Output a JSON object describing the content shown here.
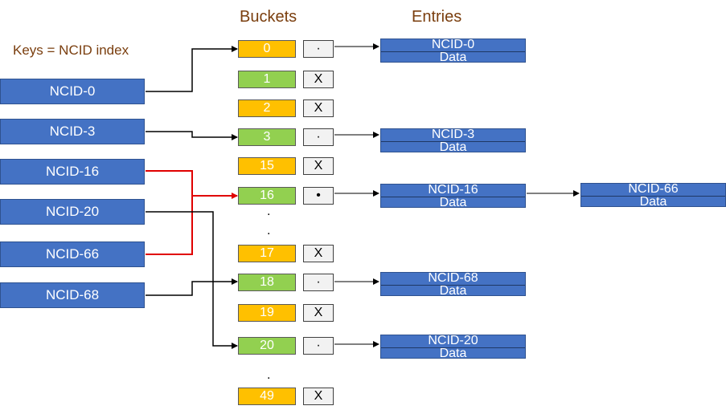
{
  "headings": {
    "buckets": "Buckets",
    "entries": "Entries"
  },
  "keys_caption": "Keys = NCID index",
  "keys": [
    "NCID-0",
    "NCID-3",
    "NCID-16",
    "NCID-20",
    "NCID-66",
    "NCID-68"
  ],
  "buckets": [
    "0",
    "1",
    "2",
    "3",
    "15",
    "16",
    "17",
    "18",
    "19",
    "20",
    "49"
  ],
  "slots": [
    "·",
    "X",
    "X",
    "·",
    "X",
    "•",
    "X",
    "·",
    "X",
    "·",
    "X"
  ],
  "ellipsis_dot": ".",
  "entries": [
    {
      "name": "NCID-0",
      "data": "Data"
    },
    {
      "name": "NCID-3",
      "data": "Data"
    },
    {
      "name": "NCID-16",
      "data": "Data"
    },
    {
      "name": "NCID-68",
      "data": "Data"
    },
    {
      "name": "NCID-20",
      "data": "Data"
    }
  ],
  "chained_entry": {
    "name": "NCID-66",
    "data": "Data"
  },
  "colors": {
    "key_fill": "#4472c4",
    "bucket_even": "#ffc000",
    "bucket_odd": "#92d050",
    "heading_text": "#7a3e0e",
    "collision_line": "#e00000",
    "line": "#000000"
  }
}
